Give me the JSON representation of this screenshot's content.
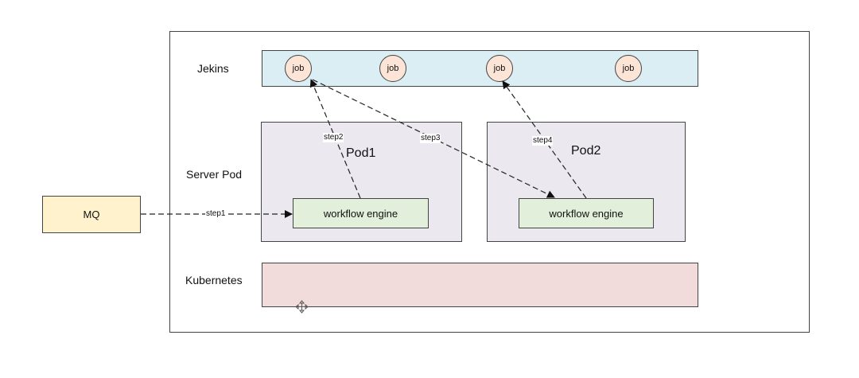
{
  "lanes": {
    "jenkins": "Jekins",
    "server_pod": "Server Pod",
    "kubernetes": "Kubernetes"
  },
  "jobs": [
    "job",
    "job",
    "job",
    "job"
  ],
  "pods": [
    {
      "title": "Pod1",
      "engine": "workflow engine"
    },
    {
      "title": "Pod2",
      "engine": "workflow engine"
    }
  ],
  "mq": "MQ",
  "steps": [
    "step1",
    "step2",
    "step3",
    "step4"
  ],
  "colors": {
    "jenkins_bg": "#daeef3",
    "job_bg": "#fce4d6",
    "pod_bg": "#ebe8f0",
    "engine_bg": "#e2efda",
    "mq_bg": "#fff2cc",
    "kubernetes_bg": "#f2dcdb"
  },
  "icons": {
    "cursor": "move-cursor-icon"
  }
}
